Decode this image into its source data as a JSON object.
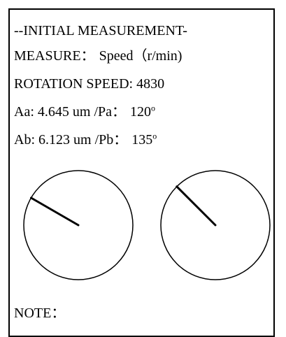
{
  "window": {
    "title": "--INITIAL MEASUREMENT-"
  },
  "measurement": {
    "measure_label": "MEASURE：",
    "measure_value": "Speed（r/min)",
    "rotation_label": "ROTATION SPEED:",
    "rotation_value": "4830",
    "a": {
      "label": "Aa:",
      "amplitude": "4.645",
      "unit": "um",
      "phase_label": "/Pa：",
      "phase_value": "120",
      "degree": "o",
      "phase_deg": 120
    },
    "b": {
      "label": "Ab:",
      "amplitude": "6.123",
      "unit": "um",
      "phase_label": "/Pb：",
      "phase_value": "135",
      "degree": "o",
      "phase_deg": 135
    }
  },
  "note": {
    "label": "NOTE："
  },
  "colors": {
    "ink": "#000000",
    "background": "#ffffff"
  }
}
